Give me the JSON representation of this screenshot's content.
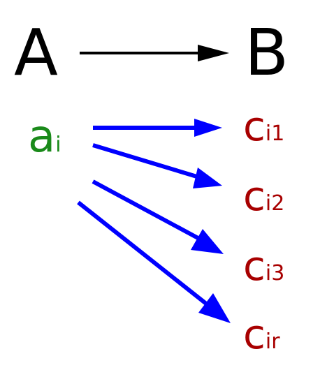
{
  "diagram": {
    "domain_set": {
      "label": "A",
      "color": "#000000"
    },
    "codomain_set": {
      "label": "B",
      "color": "#000000"
    },
    "source": {
      "base": "a",
      "subscript": "i",
      "color": "#1a8a1a"
    },
    "targets": [
      {
        "base": "c",
        "subscript": "i1"
      },
      {
        "base": "c",
        "subscript": "i2"
      },
      {
        "base": "c",
        "subscript": "i3"
      },
      {
        "base": "c",
        "subscript": "ir"
      }
    ],
    "target_color": "#a80000",
    "set_arrow_color": "#000000",
    "element_arrow_color": "#0000ff"
  }
}
